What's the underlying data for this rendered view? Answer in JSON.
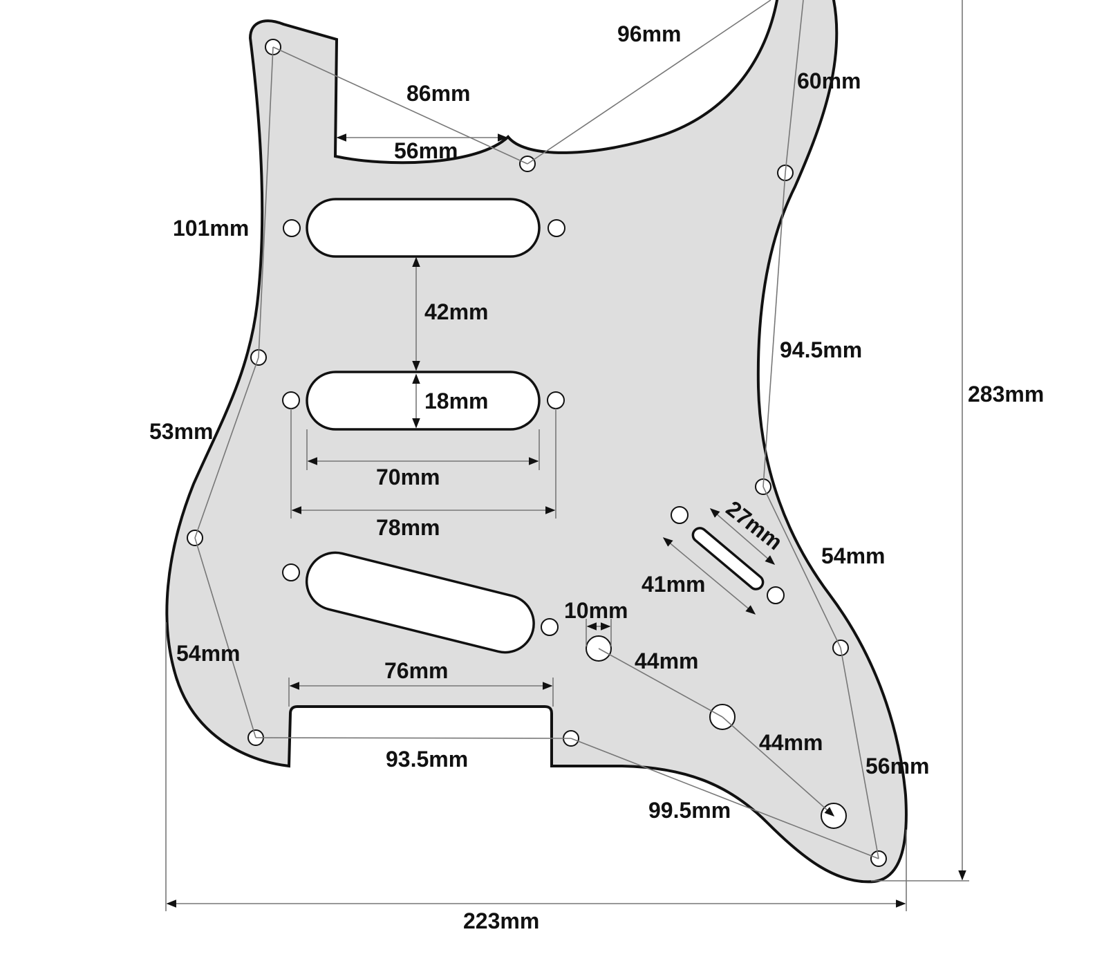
{
  "diagram": {
    "subject": "pickguard",
    "colors": {
      "plate": "#dedede",
      "outline": "#111111",
      "dimension": "#777777"
    },
    "labels": {
      "d96": "96mm",
      "d86": "86mm",
      "d60": "60mm",
      "d56top": "56mm",
      "d101": "101mm",
      "d42": "42mm",
      "d94_5": "94.5mm",
      "d18": "18mm",
      "d283": "283mm",
      "d53": "53mm",
      "d70": "70mm",
      "d78": "78mm",
      "d27": "27mm",
      "d54right": "54mm",
      "d41": "41mm",
      "d10": "10mm",
      "d44a": "44mm",
      "d54left": "54mm",
      "d76": "76mm",
      "d44b": "44mm",
      "d93_5": "93.5mm",
      "d56right": "56mm",
      "d99_5": "99.5mm",
      "d223": "223mm"
    }
  }
}
